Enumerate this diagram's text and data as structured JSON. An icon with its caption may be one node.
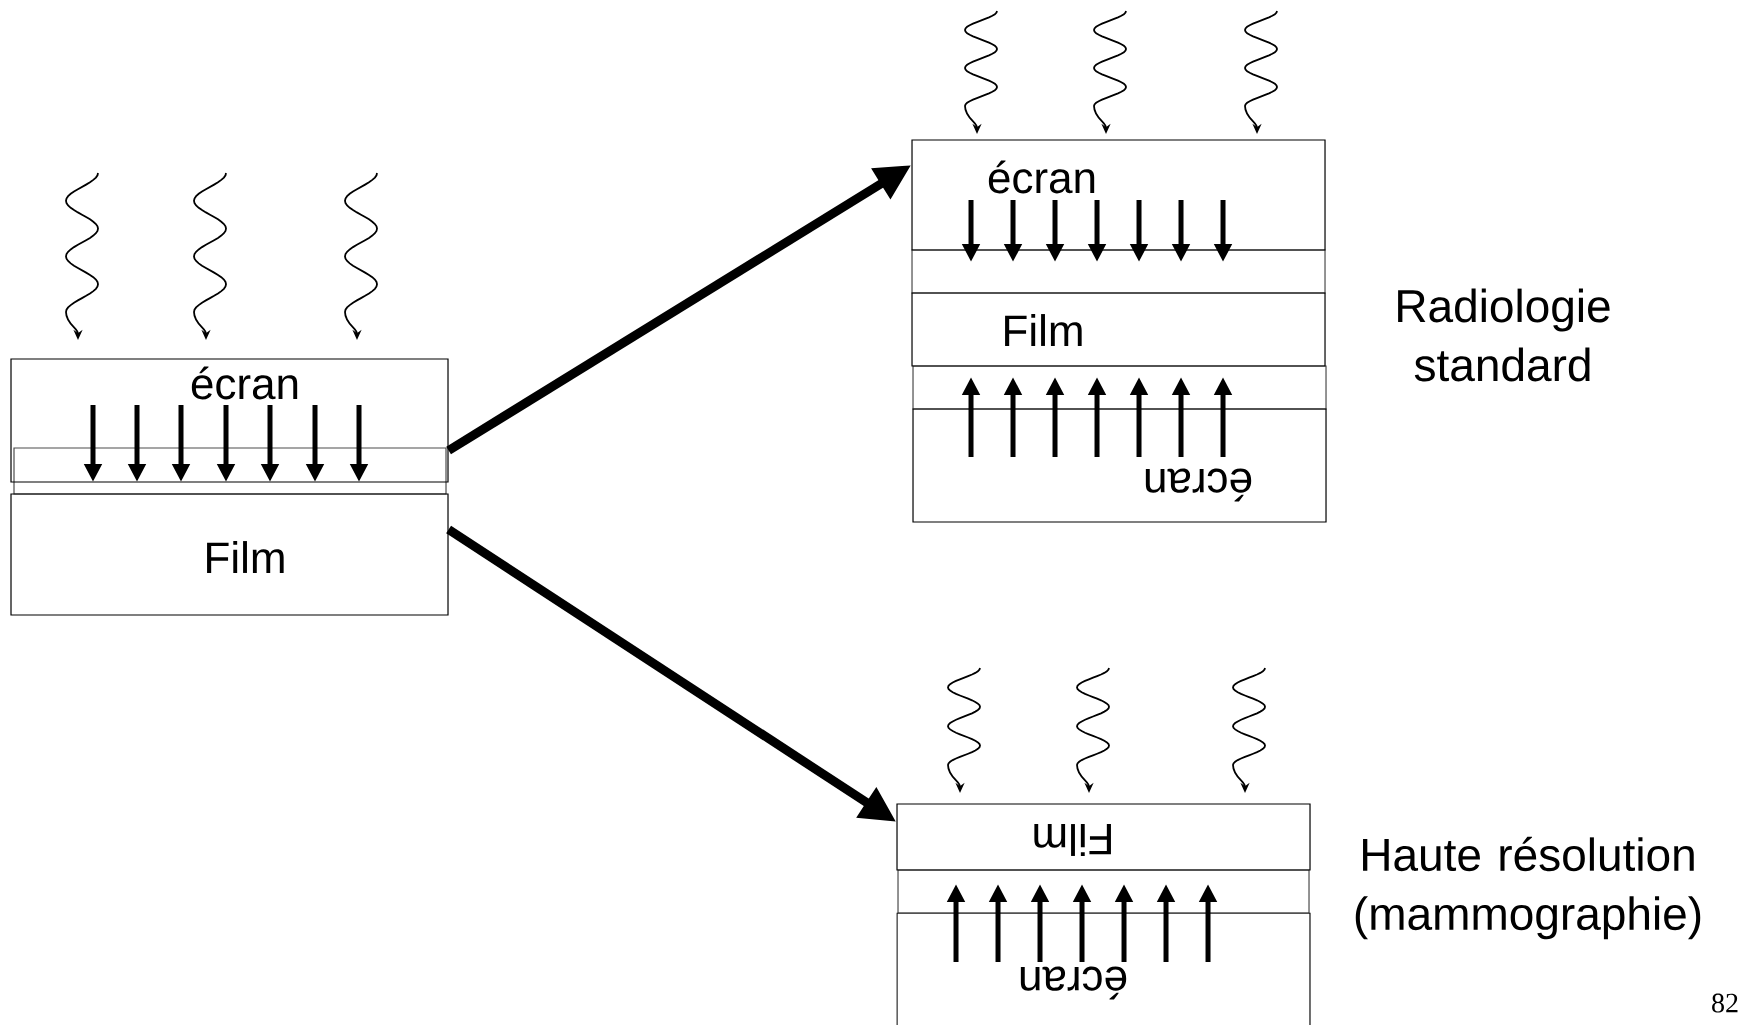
{
  "diagram": {
    "nodes": [
      {
        "text": [
          "écran"
        ]
      },
      {
        "text": [
          "Film"
        ]
      },
      {
        "text": [
          "écran"
        ]
      },
      {
        "text": [
          "Film"
        ]
      },
      {
        "text": [
          "écran"
        ]
      },
      {
        "text": [
          "Film"
        ]
      },
      {
        "text": [
          "écran"
        ]
      },
      {
        "text": [],
        "shape": "box"
      },
      {
        "text": [],
        "shape": "box"
      },
      {
        "text": [],
        "shape": "box"
      },
      {
        "text": [],
        "shape": "box"
      }
    ],
    "edges": [
      {
        "from": 0,
        "to": 2,
        "arrow": "to",
        "style": "thick"
      },
      {
        "from": 1,
        "to": 5,
        "arrow": "to",
        "style": "thick"
      },
      {
        "from": 0,
        "to": 7,
        "arrow": "to"
      },
      {
        "from": 0,
        "to": 7,
        "arrow": "to"
      },
      {
        "from": 0,
        "to": 7,
        "arrow": "to"
      },
      {
        "from": 0,
        "to": 7,
        "arrow": "to"
      },
      {
        "from": 0,
        "to": 7,
        "arrow": "to"
      },
      {
        "from": 0,
        "to": 7,
        "arrow": "to"
      },
      {
        "from": 0,
        "to": 7,
        "arrow": "to"
      },
      {
        "from": 2,
        "to": 8,
        "arrow": "to"
      },
      {
        "from": 2,
        "to": 8,
        "arrow": "to"
      },
      {
        "from": 2,
        "to": 8,
        "arrow": "to"
      },
      {
        "from": 2,
        "to": 8,
        "arrow": "to"
      },
      {
        "from": 2,
        "to": 8,
        "arrow": "to"
      },
      {
        "from": 2,
        "to": 8,
        "arrow": "to"
      },
      {
        "from": 2,
        "to": 8,
        "arrow": "to"
      },
      {
        "from": 4,
        "to": 9,
        "arrow": "to"
      },
      {
        "from": 4,
        "to": 9,
        "arrow": "to"
      },
      {
        "from": 4,
        "to": 9,
        "arrow": "to"
      },
      {
        "from": 4,
        "to": 9,
        "arrow": "to"
      },
      {
        "from": 4,
        "to": 9,
        "arrow": "to"
      },
      {
        "from": 4,
        "to": 9,
        "arrow": "to"
      },
      {
        "from": 4,
        "to": 9,
        "arrow": "to"
      },
      {
        "from": 6,
        "to": 10,
        "arrow": "to"
      },
      {
        "from": 6,
        "to": 10,
        "arrow": "to"
      },
      {
        "from": 6,
        "to": 10,
        "arrow": "to"
      },
      {
        "from": 6,
        "to": 10,
        "arrow": "to"
      },
      {
        "from": 6,
        "to": 10,
        "arrow": "to"
      },
      {
        "from": 6,
        "to": 10,
        "arrow": "to"
      },
      {
        "from": 6,
        "to": 10,
        "arrow": "to"
      }
    ],
    "labels": [
      "Radiologie standard",
      "Haute résolution (mammographie)",
      "82"
    ]
  }
}
